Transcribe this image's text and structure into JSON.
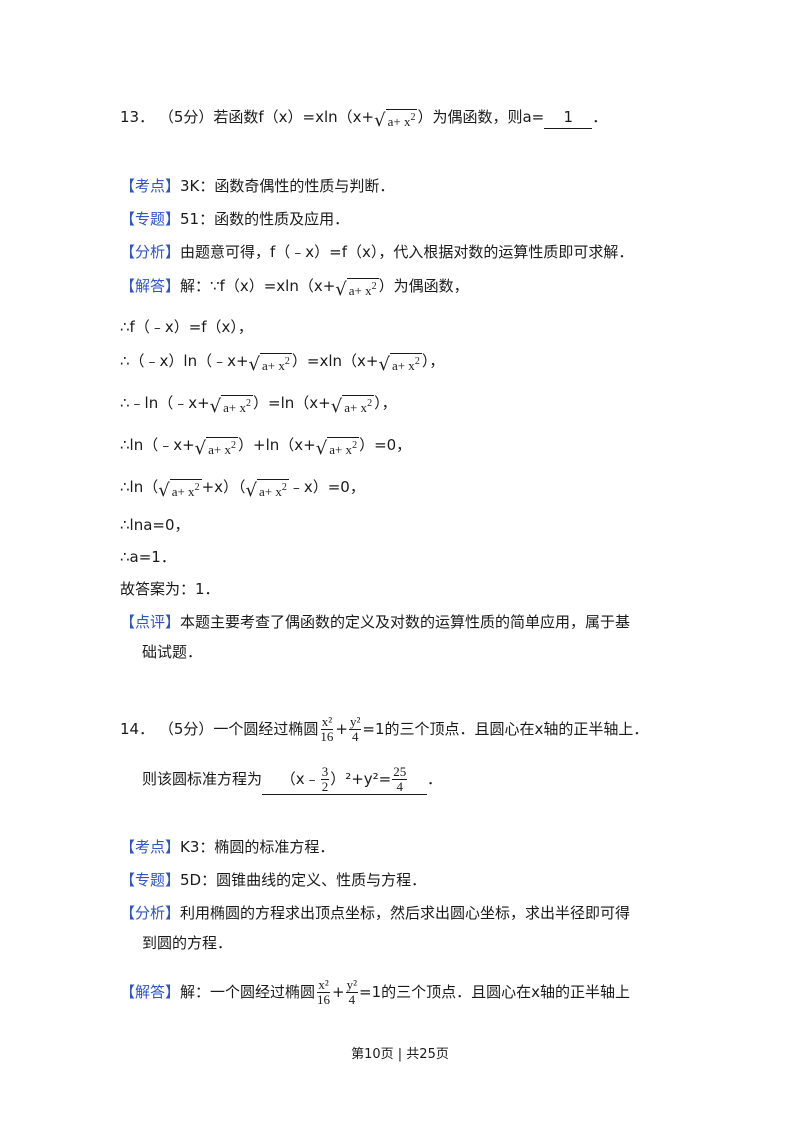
{
  "q13": {
    "prefix": "13． （5分）若函数f（x）=xln（x+",
    "radicand": "a+ x",
    "sup": "2",
    "suffix": "）为偶函数，则a=",
    "answer": "1",
    "end": "．"
  },
  "q13_analysis": {
    "kaodian_tag": "【考点】",
    "kaodian_text": "3K：函数奇偶性的性质与判断．",
    "zhuanti_tag": "【专题】",
    "zhuanti_text": "51：函数的性质及应用．",
    "fenxi_tag": "【分析】",
    "fenxi_text": "由题意可得，f（﹣x）=f（x），代入根据对数的运算性质即可求解．",
    "jieda_tag": "【解答】",
    "jieda_a": "解：∵f（x）=xln（x+",
    "jieda_b": "）为偶函数，",
    "s1": "∴f（﹣x）=f（x），",
    "s2a": "∴（﹣x）ln（﹣x+",
    "s2b": "）=xln（x+",
    "s2c": "），",
    "s3a": "∴﹣ln（﹣x+",
    "s3b": "）=ln（x+",
    "s3c": "），",
    "s4a": "∴ln（﹣x+",
    "s4b": "）+ln（x+",
    "s4c": "）=0，",
    "s5a": "∴ln（",
    "s5b": "+x）（",
    "s5c": "﹣x）=0，",
    "s6": "∴lna=0，",
    "s7": "∴a=1．",
    "answer_line": "故答案为：1．",
    "dianping_tag": "【点评】",
    "dianping_text1": "本题主要考查了偶函数的定义及对数的运算性质的简单应用，属于基",
    "dianping_text2": "础试题．"
  },
  "q14": {
    "prefix": "14． （5分）一个圆经过椭圆",
    "f1_num": "x²",
    "f1_den": "16",
    "plus": "+",
    "f2_num": "y²",
    "f2_den": "4",
    "suffix": "=1的三个顶点．且圆心在x轴的正半轴上．",
    "line2_prefix": "则该圆标准方程为",
    "ans_a": "（x﹣",
    "ans_f_num": "3",
    "ans_f_den": "2",
    "ans_b": "）²+y²=",
    "ans_f2_num": "25",
    "ans_f2_den": "4",
    "end": "．"
  },
  "q14_analysis": {
    "kaodian_tag": "【考点】",
    "kaodian_text": "K3：椭圆的标准方程．",
    "zhuanti_tag": "【专题】",
    "zhuanti_text": "5D：圆锥曲线的定义、性质与方程．",
    "fenxi_tag": "【分析】",
    "fenxi_text1": "利用椭圆的方程求出顶点坐标，然后求出圆心坐标，求出半径即可得",
    "fenxi_text2": "到圆的方程．",
    "jieda_tag": "【解答】",
    "jieda_a": "解：一个圆经过椭圆",
    "jieda_b": "=1的三个顶点．且圆心在x轴的正半轴上"
  },
  "footer": "第10页 | 共25页"
}
